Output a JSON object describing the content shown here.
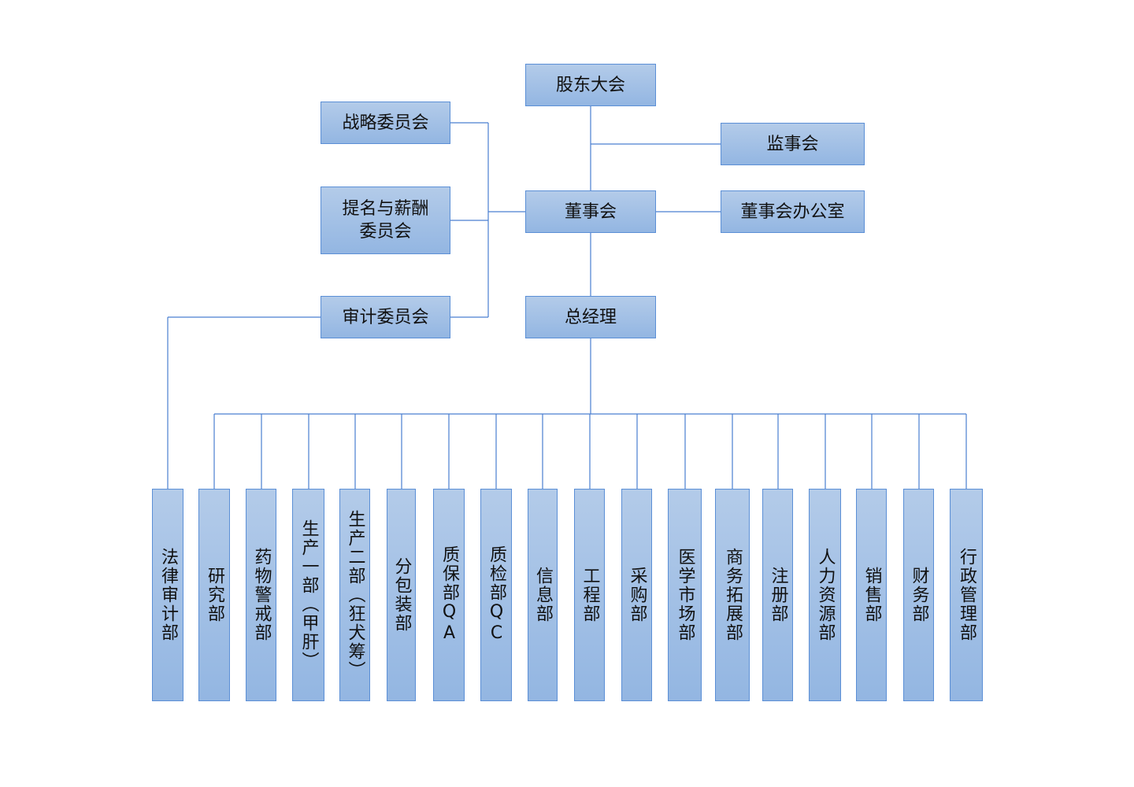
{
  "top": {
    "shareholders": "股东大会",
    "board": "董事会",
    "gm": "总经理",
    "strategy": "战略委员会",
    "nomination_line1": "提名与薪酬",
    "nomination_line2": "委员会",
    "audit": "审计委员会",
    "supervisors": "监事会",
    "board_office": "董事会办公室"
  },
  "departments": [
    "法律审计部",
    "研究部",
    "药物警戒部",
    "生产一部（甲肝）",
    "生产二部（狂犬筹）",
    "分包装部",
    "质保部QA",
    "质检部QC",
    "信息部",
    "工程部",
    "采购部",
    "医学市场部",
    "商务拓展部",
    "注册部",
    "人力资源部",
    "销售部",
    "财务部",
    "行政管理部"
  ],
  "colors": {
    "box_border": "#5b8fd6",
    "box_top": "#b3cbe9",
    "box_bottom": "#93b6e2",
    "line": "#4a7fd0"
  }
}
